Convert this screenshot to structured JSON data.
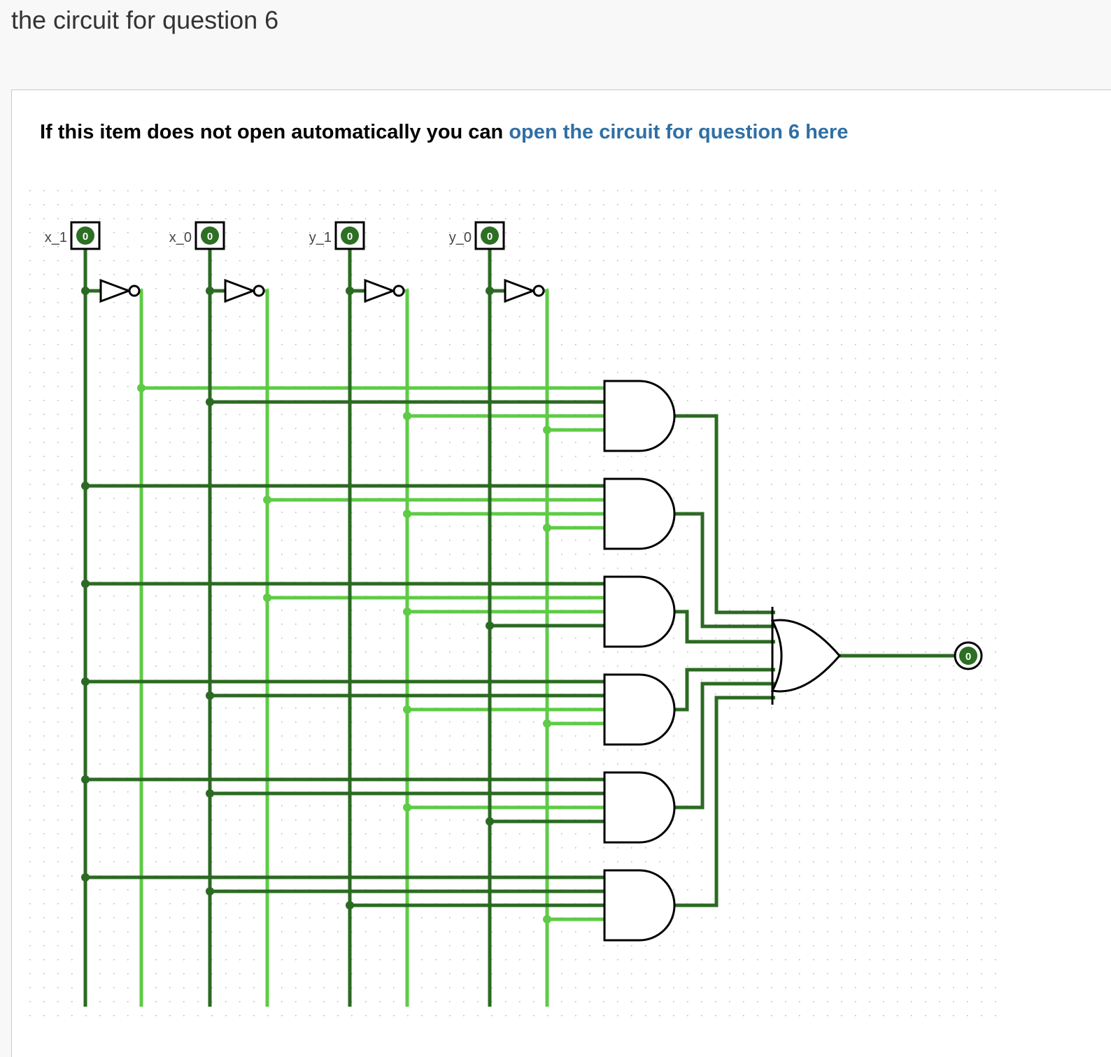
{
  "page": {
    "title": "the circuit for question 6",
    "notice_text": "If this item does not open automatically you can ",
    "notice_link": "open the circuit for question 6 here"
  },
  "colors": {
    "wire_one": "#5ecb45",
    "wire_zero": "#2b6a22",
    "pin_fill": "#2d6f23",
    "gate_stroke": "#000000",
    "link": "#2f6fa5"
  },
  "inputs": [
    {
      "name": "x_1",
      "value": "0"
    },
    {
      "name": "x_0",
      "value": "0"
    },
    {
      "name": "y_1",
      "value": "0"
    },
    {
      "name": "y_0",
      "value": "0"
    }
  ],
  "output": {
    "value": "0"
  },
  "and_gates": [
    {
      "inputs": [
        "x_1'",
        "x_0",
        "y_1'",
        "y_0'"
      ]
    },
    {
      "inputs": [
        "x_1",
        "x_0'",
        "y_1'",
        "y_0'"
      ]
    },
    {
      "inputs": [
        "x_1",
        "x_0'",
        "y_1'",
        "y_0"
      ]
    },
    {
      "inputs": [
        "x_1",
        "x_0",
        "y_1'",
        "y_0'"
      ]
    },
    {
      "inputs": [
        "x_1",
        "x_0",
        "y_1'",
        "y_0"
      ]
    },
    {
      "inputs": [
        "x_1",
        "x_0",
        "y_1",
        "y_0'"
      ]
    }
  ]
}
